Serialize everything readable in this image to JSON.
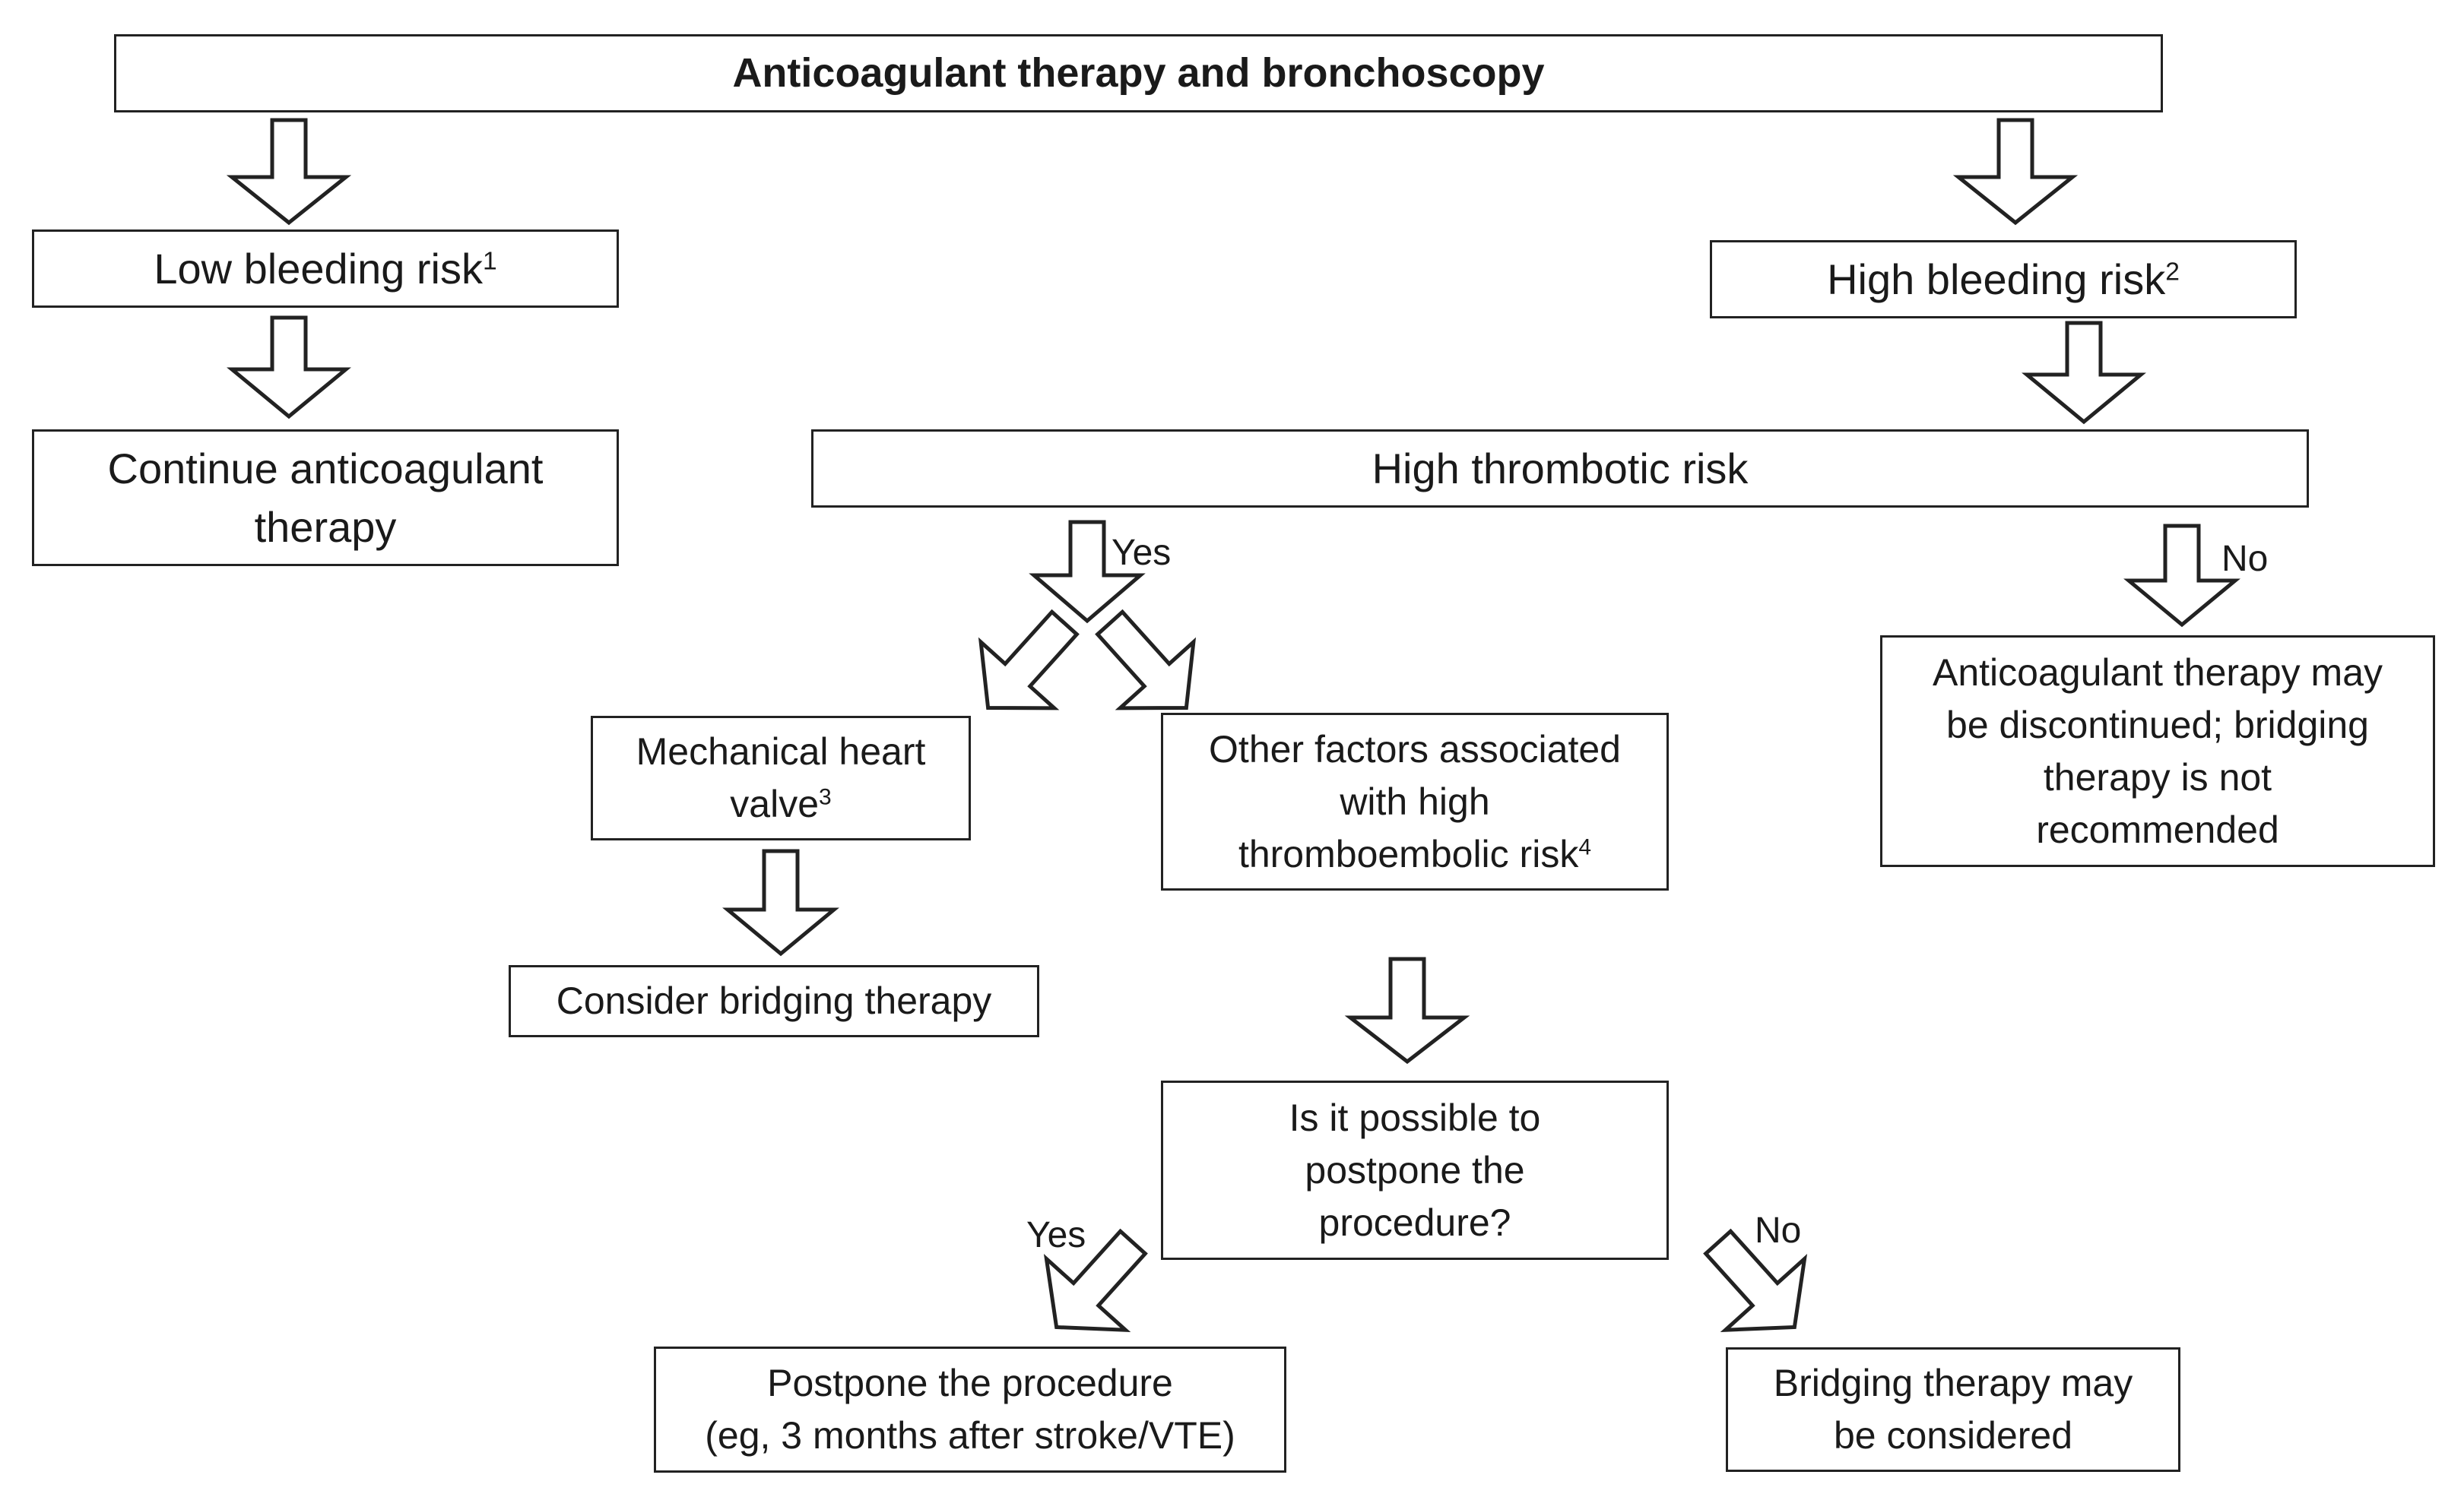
{
  "title": "Anticoagulant therapy and bronchoscopy",
  "nodes": {
    "low_bleeding": {
      "text": "Low bleeding risk",
      "sup": "1"
    },
    "high_bleeding": {
      "text": "High bleeding risk",
      "sup": "2"
    },
    "continue": {
      "line1": "Continue anticoagulant",
      "line2": "therapy"
    },
    "high_thrombotic": {
      "text": "High thrombotic risk"
    },
    "discontinue": {
      "line1": "Anticoagulant therapy may",
      "line2": "be discontinued; bridging",
      "line3": "therapy is not",
      "line4": "recommended"
    },
    "mechanical_valve": {
      "line1": "Mechanical heart",
      "line2": "valve",
      "sup": "3"
    },
    "other_factors": {
      "line1": "Other factors associated",
      "line2": "with high",
      "line3": "thromboembolic risk",
      "sup": "4"
    },
    "consider_bridging": {
      "text": "Consider bridging therapy"
    },
    "postpone_question": {
      "line1": "Is it possible to",
      "line2": "postpone the",
      "line3": "procedure?"
    },
    "postpone": {
      "line1": "Postpone the procedure",
      "line2": "(eg, 3 months after stroke/VTE)"
    },
    "bridging_considered": {
      "line1": "Bridging therapy may",
      "line2": "be considered"
    }
  },
  "labels": {
    "yes_thrombotic": "Yes",
    "no_thrombotic": "No",
    "yes_postpone": "Yes",
    "no_postpone": "No"
  }
}
